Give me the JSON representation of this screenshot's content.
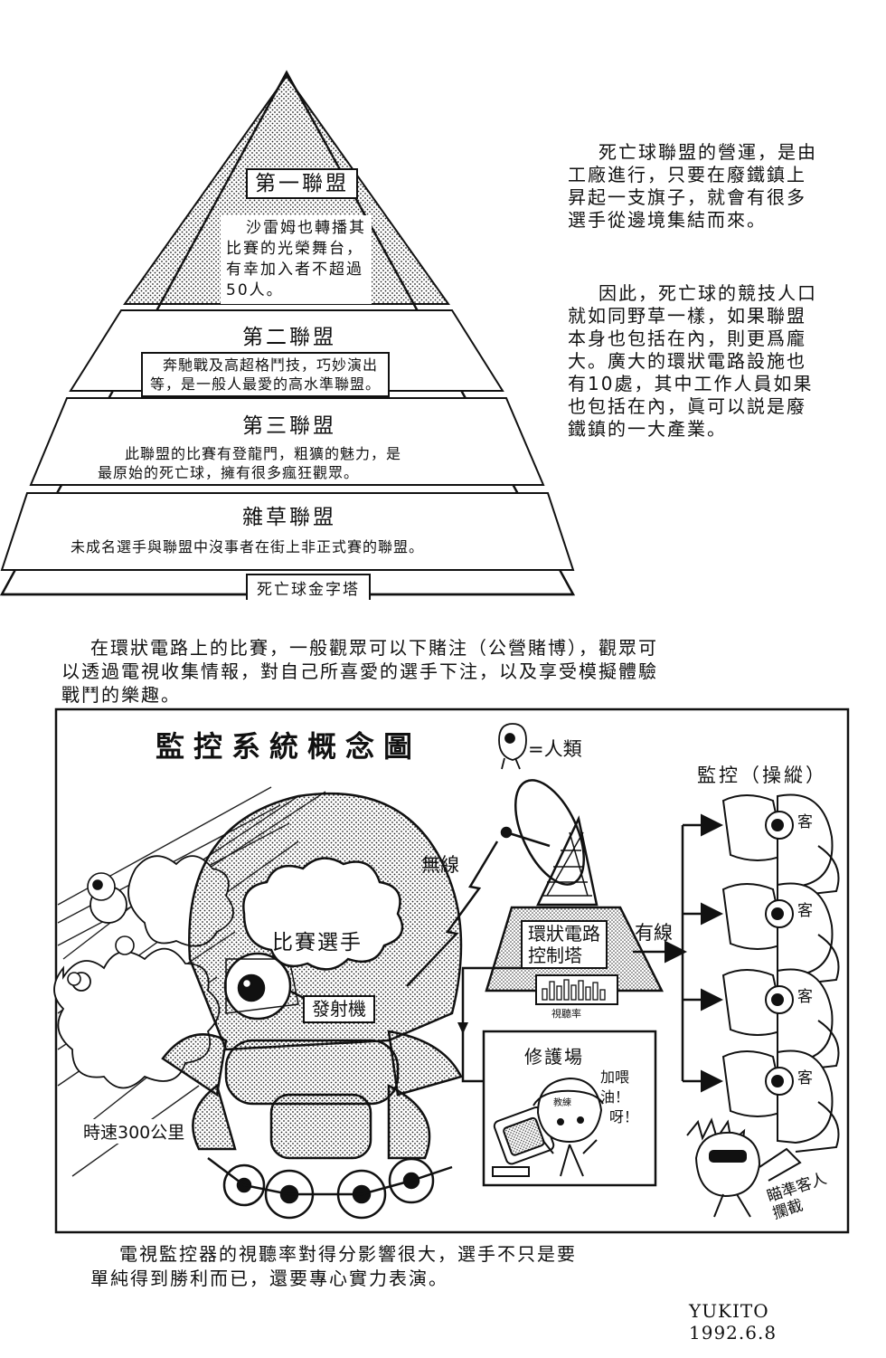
{
  "pyramid": {
    "caption": "死亡球金字塔",
    "tiers": [
      {
        "title": "第一聯盟",
        "desc": [
          "沙雷姆也轉播其",
          "比賽的光榮舞台，",
          "有幸加入者不超過",
          "50人。"
        ]
      },
      {
        "title": "第二聯盟",
        "desc": [
          "奔馳戰及高超格鬥技，巧妙演出",
          "等，是一般人最愛的高水準聯盟。"
        ]
      },
      {
        "title": "第三聯盟",
        "desc": [
          "此聯盟的比賽有登龍門，粗獷的魅力，是",
          "最原始的死亡球，擁有很多瘋狂觀眾。"
        ]
      },
      {
        "title": "雜草聯盟",
        "desc": [
          "未成名選手與聯盟中沒事者在街上非正式賽的聯盟。"
        ]
      }
    ]
  },
  "side_text": {
    "para1": [
      "死亡球聯盟的營運，是由",
      "工廠進行，只要在廢鐵鎮上",
      "昇起一支旗子，就會有很多",
      "選手從邊境集結而來。"
    ],
    "para2": [
      "因此，死亡球的競技人口",
      "就如同野草一樣，如果聯盟",
      "本身也包括在內，則更爲龐",
      "大。廣大的環狀電路設施也",
      "有10處，其中工作人員如果",
      "也包括在內，眞可以説是廢",
      "鐵鎮的一大產業。"
    ]
  },
  "middle_text": [
    "在環狀電路上的比賽，一般觀眾可以下賭注（公營賭博），觀眾可",
    "以透過電視收集情報，對自己所喜愛的選手下注，以及享受模擬體驗",
    "戰鬥的樂趣。"
  ],
  "diagram": {
    "title": "監控系統概念圖",
    "legend": "=人類",
    "brain_label": "比賽選手",
    "transmitter": "發射機",
    "wireless": "無線",
    "tower_label": [
      "環狀電路",
      "控制塔"
    ],
    "rating_label": "視聽率",
    "wired": "有線",
    "monitor_header": "監控（操縱）",
    "audience_char": "客",
    "pit_label": "修護場",
    "shout": [
      "加喂",
      "油！",
      "呀！"
    ],
    "coach_cap": "教練",
    "speed": "時速300公里",
    "sniper": [
      "瞄準客人",
      "攔截"
    ]
  },
  "bottom_text": [
    "電視監控器的視聽率對得分影響很大，選手不只是要",
    "單純得到勝利而已，還要專心實力表演。"
  ],
  "signature": {
    "name": "YUKITO",
    "date": "1992.6.8"
  }
}
